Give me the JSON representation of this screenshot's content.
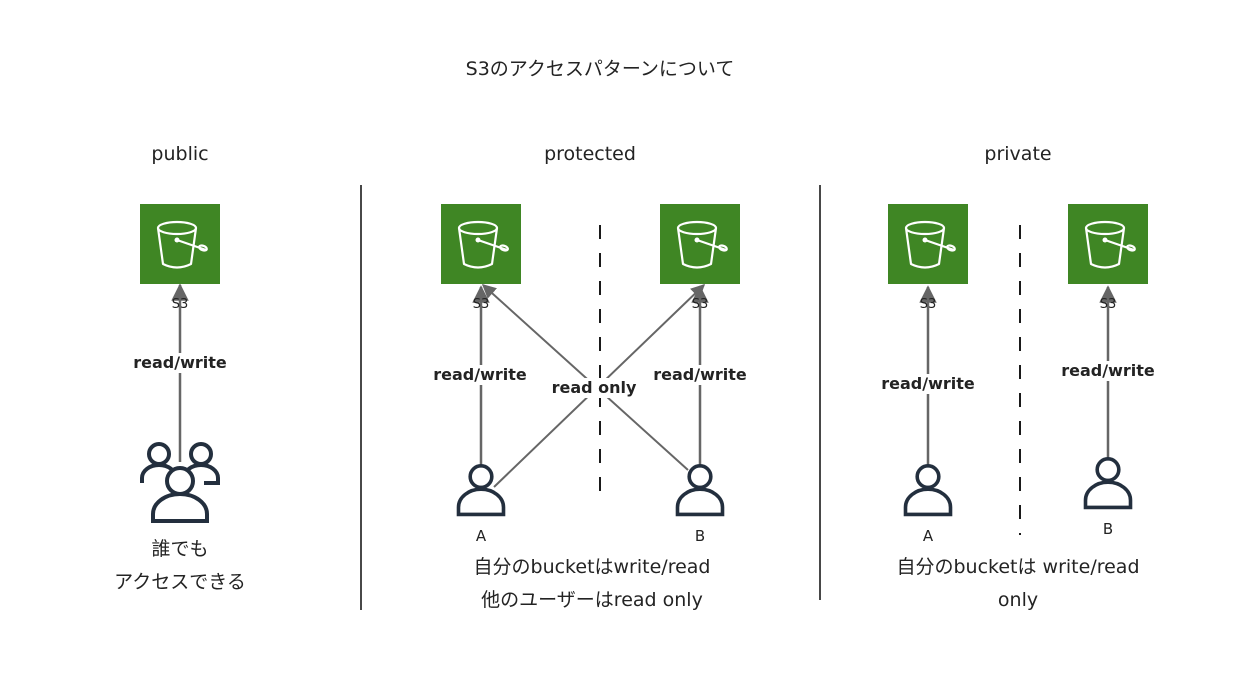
{
  "title": "S3のアクセスパターンについて",
  "sections": {
    "public": {
      "heading": "public",
      "s3_label": "S3",
      "edge_label": "read/write",
      "caption": [
        "誰でも",
        "アクセスできる"
      ]
    },
    "protected": {
      "heading": "protected",
      "s3_label_a": "S3",
      "s3_label_b": "S3",
      "edge_label_a": "read/write",
      "edge_label_b": "read/write",
      "cross_label": "read only",
      "user_a": "A",
      "user_b": "B",
      "caption": [
        "自分のbucketはwrite/read",
        "他のユーザーはread only"
      ]
    },
    "private": {
      "heading": "private",
      "s3_label_a": "S3",
      "s3_label_b": "S3",
      "edge_label_a": "read/write",
      "edge_label_b": "read/write",
      "user_a": "A",
      "user_b": "B",
      "caption": [
        "自分のbucketは write/read",
        "only"
      ]
    }
  },
  "colors": {
    "s3_green": "#3F8624",
    "line": "#666666",
    "divider": "#1a1a1a",
    "icon_stroke": "#232F3E"
  },
  "icons": {
    "bucket": "s3-bucket-icon",
    "user": "user-icon",
    "users": "users-group-icon"
  }
}
